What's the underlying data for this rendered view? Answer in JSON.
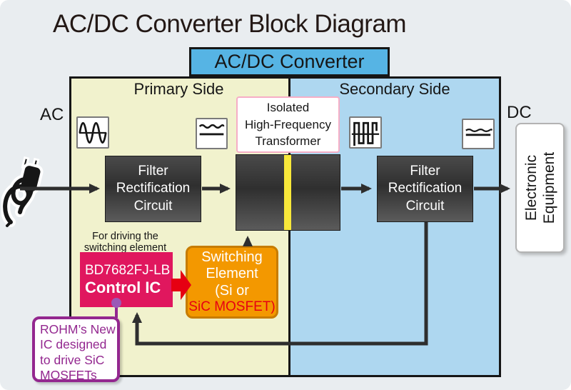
{
  "title": "AC/DC Converter Block Diagram",
  "header": {
    "label": "AC/DC Converter"
  },
  "sections": {
    "primary": {
      "label": "Primary Side"
    },
    "secondary": {
      "label": "Secondary Side"
    }
  },
  "labels": {
    "ac": "AC",
    "dc": "DC"
  },
  "blocks": {
    "filter_primary": {
      "lines": [
        "Filter",
        "Rectification",
        "Circuit"
      ]
    },
    "filter_secondary": {
      "lines": [
        "Filter",
        "Rectification",
        "Circuit"
      ]
    },
    "transformer": {
      "label_lines": [
        "Isolated",
        "High-Frequency",
        "Transformer"
      ]
    },
    "electronic": {
      "lines": [
        "Electronic",
        "Equipment"
      ]
    }
  },
  "control": {
    "note_lines": [
      "For driving the",
      "switching element"
    ],
    "part_number": "BD7682FJ-LB",
    "name": "Control IC"
  },
  "switching": {
    "lines": [
      "Switching",
      "Element",
      "(Si or"
    ],
    "highlight": "SiC MOSFET)"
  },
  "callout": {
    "lines": [
      "ROHM’s New",
      "IC designed",
      "to drive SiC",
      "MOSFETs"
    ]
  },
  "icons": {
    "plug": "power-plug-icon",
    "ac_wave": "sine-wave-icon",
    "rectified_wave": "ripple-dc-icon",
    "switched_wave": "pulse-wave-icon",
    "dc_wave": "smooth-dc-icon"
  },
  "colors": {
    "background": "#e9edf0",
    "primary_side_bg": "#f1f2cd",
    "secondary_side_bg": "#aed7f0",
    "header_bg": "#56b4e4",
    "block_dark": "#3a3a3a",
    "transformer_stripe": "#f8e83a",
    "control_ic_bg": "#e0175e",
    "switching_bg": "#f39800",
    "switching_border": "#c77c00",
    "sic_text": "#e60012",
    "callout_purple": "#93278f",
    "arrow_black": "#2e2e2e",
    "arrow_red": "#e60012"
  }
}
